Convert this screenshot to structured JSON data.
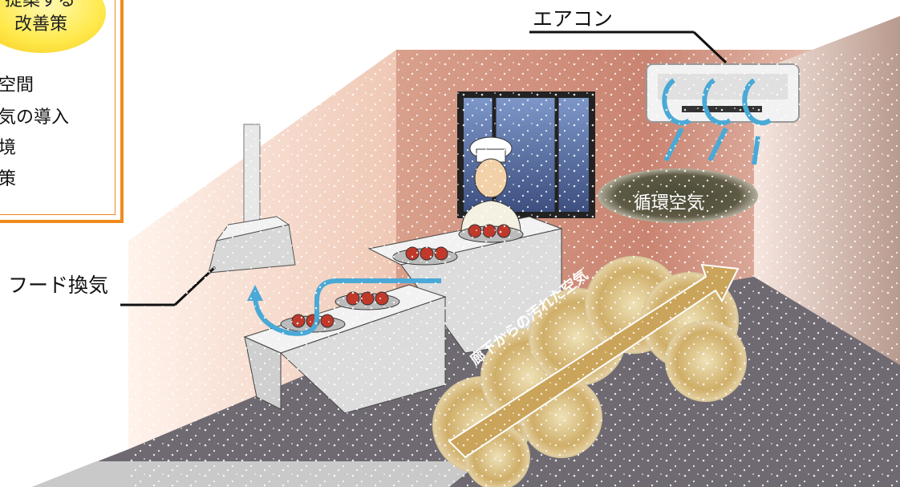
{
  "labels": {
    "aircon": "エアコン",
    "hood_ventilation": "フード換気",
    "circulating_air": "循環空気",
    "corridor_air": "廊下からの汚れた空気"
  },
  "info_box": {
    "bubble_line1": "提案する",
    "bubble_line2": "改善策",
    "items": [
      "空間",
      "気の導入",
      "境",
      "策"
    ]
  },
  "colors": {
    "wall_warm": "#d49a86",
    "floor": "#6f6a72",
    "box_border": "#f08a1e",
    "airflow": "#4aa9d6",
    "cloud": "#c9a45c"
  }
}
